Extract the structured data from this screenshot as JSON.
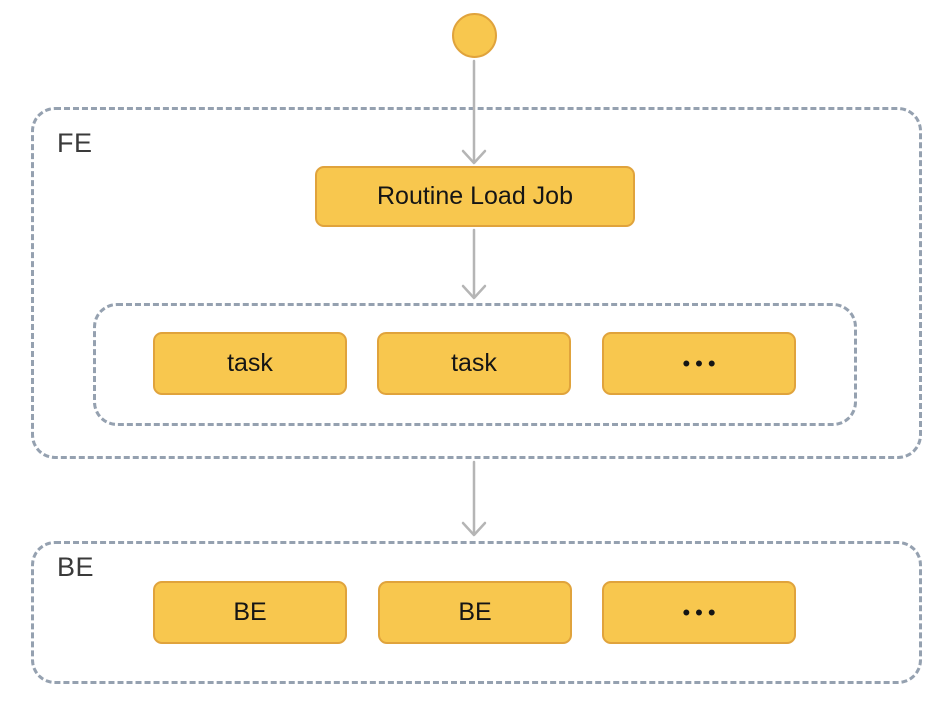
{
  "diagram": {
    "start_node": {
      "shape": "circle"
    },
    "fe": {
      "label": "FE",
      "job": {
        "label": "Routine Load Job"
      },
      "tasks": [
        {
          "label": "task"
        },
        {
          "label": "task"
        },
        {
          "label": "•••"
        }
      ]
    },
    "be": {
      "label": "BE",
      "nodes": [
        {
          "label": "BE"
        },
        {
          "label": "BE"
        },
        {
          "label": "•••"
        }
      ]
    },
    "colors": {
      "node_fill": "#f8c74e",
      "node_border": "#e0a33c",
      "container_dash": "#95a1b0",
      "arrow": "#b5b5b5",
      "node_text": "#151515",
      "section_label_text": "#3a3a3a",
      "background": "#ffffff"
    }
  }
}
